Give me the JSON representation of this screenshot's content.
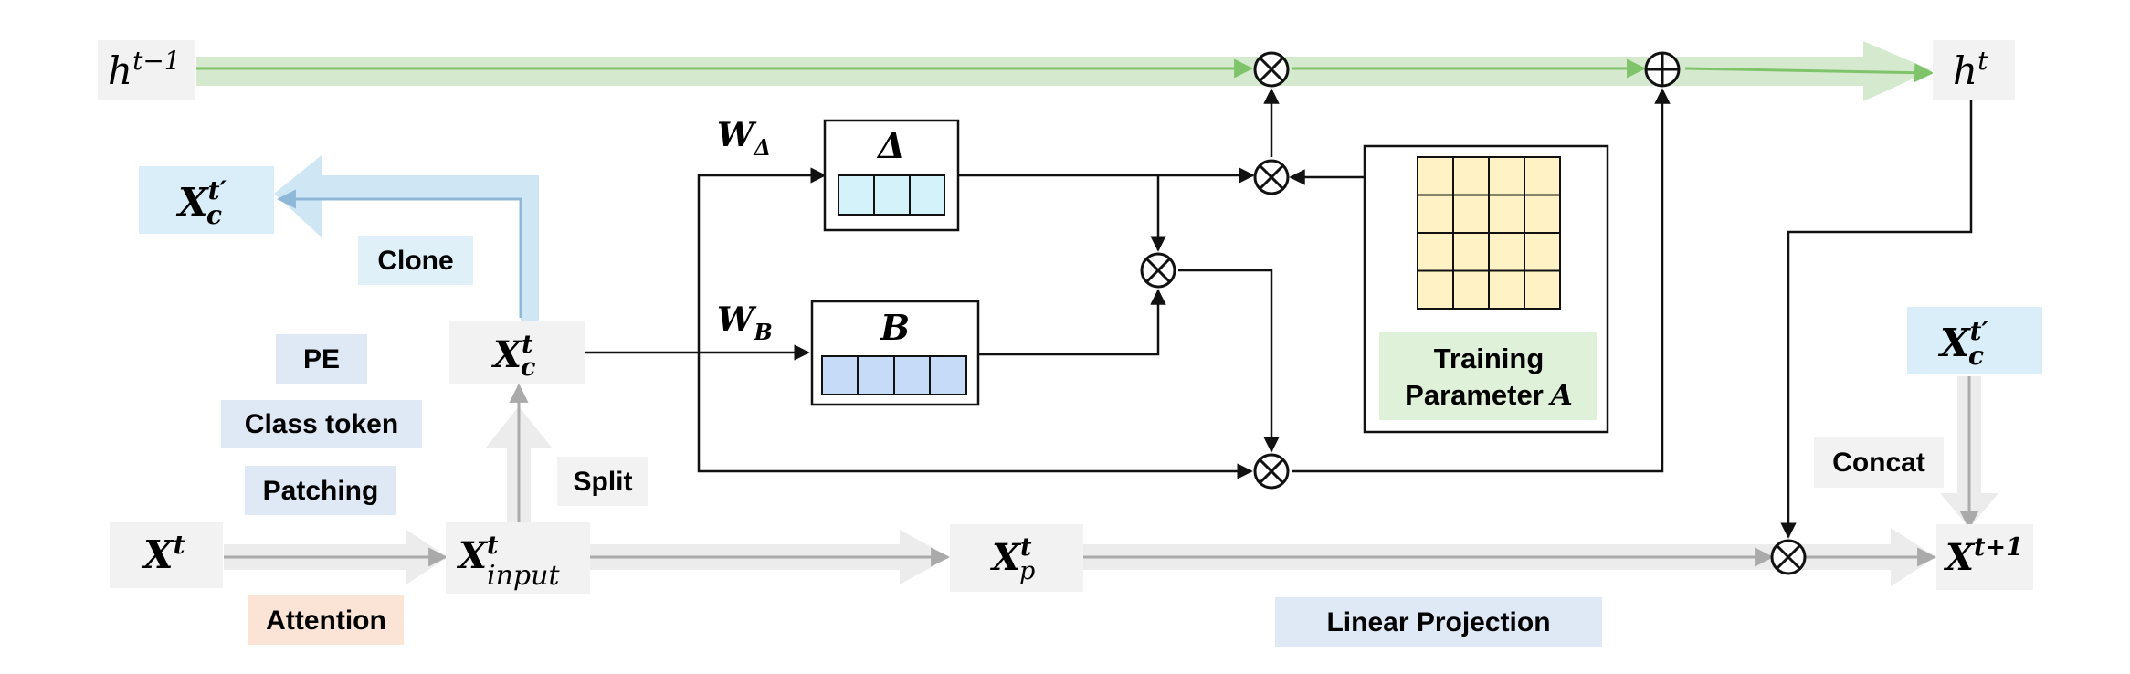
{
  "nodes": {
    "h_prev": {
      "base": "h",
      "sup": "t−1"
    },
    "h_next": {
      "base": "h",
      "sup": "t"
    },
    "xc_clone": {
      "base": "X",
      "sup": "t′",
      "sub": "c"
    },
    "xc_concat": {
      "base": "X",
      "sup": "t′",
      "sub": "c"
    },
    "xc": {
      "base": "X",
      "sup": "t",
      "sub": "c"
    },
    "x_t": {
      "base": "X",
      "sup": "t"
    },
    "x_input": {
      "base": "X",
      "sup": "t",
      "sub": "input"
    },
    "x_p": {
      "base": "X",
      "sup": "t",
      "sub": "p"
    },
    "x_next": {
      "base": "X",
      "sup": "t+1"
    }
  },
  "labels": {
    "clone": "Clone",
    "pe": "PE",
    "class_token": "Class token",
    "patching": "Patching",
    "split": "Split",
    "attention": "Attention",
    "concat": "Concat",
    "linear_projection": "Linear Projection",
    "training_line1": "Training",
    "training_line2": "Parameter",
    "training_var": "A",
    "w_delta_base": "W",
    "w_delta_sub": "Δ",
    "w_b_base": "W",
    "w_b_sub": "B",
    "delta_title": "Δ",
    "b_title": "B"
  },
  "operators": {
    "multiply": "⊗",
    "add": "⊕"
  },
  "colors": {
    "hidden_flow": "#d5e9cf",
    "hidden_arrow": "#7fc36b",
    "clone_flow": "#cfe7f5",
    "clone_arrow": "#8fb8d8",
    "main_flow": "#ececec",
    "main_arrow": "#aaaaaa",
    "node_gray": "#f2f2f2",
    "node_blue": "#d9eef9",
    "label_blue": "#dfe8f5",
    "label_orange": "#fbe3d6",
    "label_green": "#dff1d8",
    "delta_cell": "#d3f2fa",
    "b_cell": "#c5dbf7",
    "a_cell": "#fff2c4"
  }
}
